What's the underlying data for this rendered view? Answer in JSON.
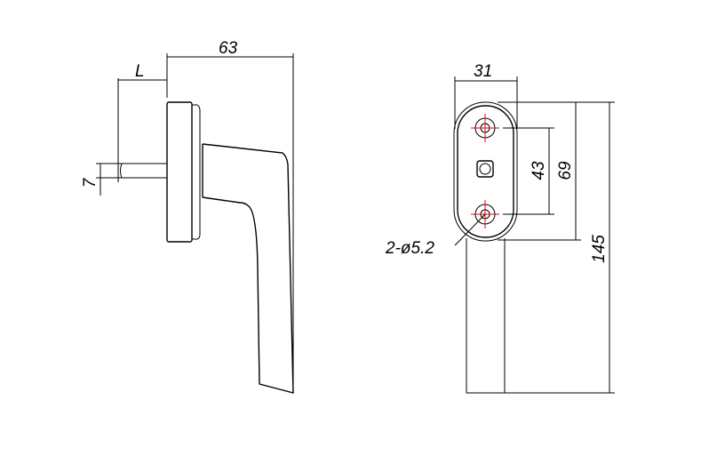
{
  "drawing": {
    "side_view": {
      "dim_overall_depth": "63",
      "dim_spindle_length": "L",
      "dim_spindle_size": "7"
    },
    "front_view": {
      "dim_rose_width": "31",
      "dim_hole_spacing": "43",
      "dim_rose_height": "69",
      "dim_overall_height": "145",
      "hole_callout": "2-ø5.2"
    },
    "colors": {
      "lines": "#000000",
      "centerlines": "#e00000"
    }
  }
}
